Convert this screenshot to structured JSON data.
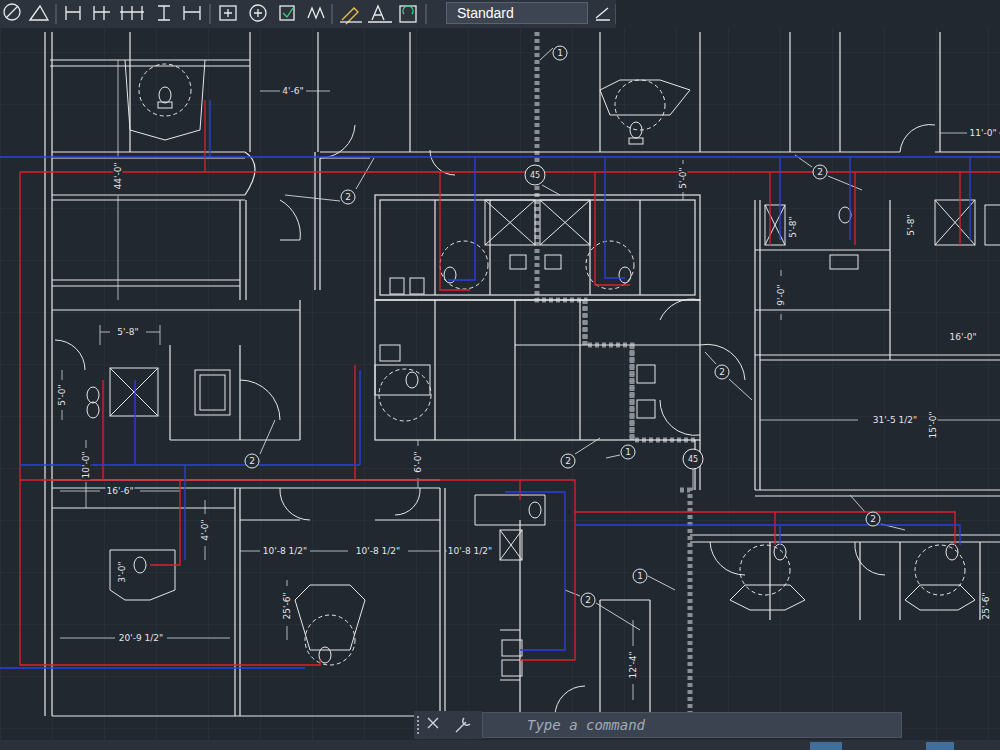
{
  "diagram": {
    "nodes": [
      {
        "text": [
          "Standard"
        ]
      },
      {
        "text": [
          "Type a command"
        ]
      }
    ],
    "labels": [
      "4'-6\"",
      "44'-0\"",
      "11'-0\"",
      "5'-0\"",
      "45",
      "2",
      "2",
      "1",
      "5'-8\"",
      "5'-8\"",
      "9'-0\"",
      "16'-0\"",
      "5'-8\"",
      "5'-0\"",
      "2",
      "31'-5 1/2\"",
      "15'-0\"",
      "1",
      "45",
      "2",
      "2",
      "6'-0\"",
      "10'-0\"",
      "16'-6\"",
      "4'-0\"",
      "2",
      "10'-8 1/2\"",
      "10'-8 1/2\"",
      "10'-8 1/2\"",
      "1",
      "3'-0\"",
      "2",
      "25'-6\"",
      "25'-6\"",
      "20'-9 1/2\"",
      "12'-4\""
    ]
  }
}
